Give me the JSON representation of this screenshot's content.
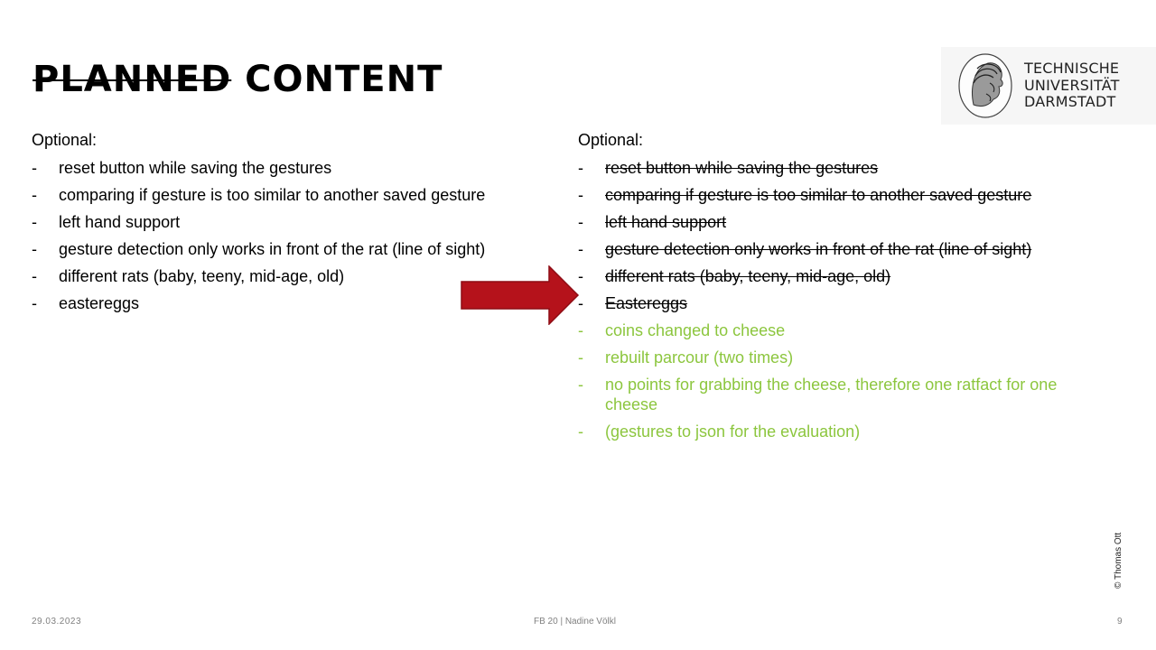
{
  "title": {
    "struck": "PLANNED",
    "rest": " CONTENT"
  },
  "logo": {
    "line1": "TECHNISCHE",
    "line2": "UNIVERSITÄT",
    "line3": "DARMSTADT"
  },
  "left_column": {
    "heading": "Optional:",
    "items": [
      "reset button while saving the gestures",
      "comparing if gesture is too similar to another saved gesture",
      "left hand support",
      "gesture detection only works in front of the rat (line of sight)",
      "different rats (baby, teeny, mid-age, old)",
      "eastereggs"
    ]
  },
  "right_column": {
    "heading": "Optional:",
    "done_items": [
      "reset button while saving the gestures",
      "comparing if gesture is too similar to another saved gesture",
      "left hand support",
      "gesture detection only works in front of the rat (line of sight)",
      "different rats (baby, teeny, mid-age, old)",
      "Eastereggs"
    ],
    "new_items": [
      "coins changed to cheese",
      "rebuilt parcour (two times)",
      "no points for grabbing the cheese, therefore one ratfact for one cheese",
      "(gestures to json for the evaluation)"
    ]
  },
  "bullet": "-",
  "copyright": "© Thomas Ott",
  "footer": {
    "date": "29.03.2023",
    "center": "FB 20 | Nadine Völkl",
    "page": "9"
  },
  "colors": {
    "new_item_text": "#8cc63e",
    "arrow_fill": "#b5121b",
    "footer_text": "#808080"
  },
  "icons": {
    "arrow": "right-arrow-icon",
    "seal": "university-seal-icon"
  }
}
